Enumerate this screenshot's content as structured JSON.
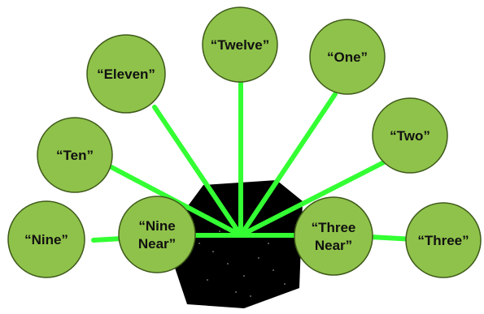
{
  "colors": {
    "node_fill": "#8fc24a",
    "node_stroke": "#3e5a1a",
    "spoke": "#33ff33",
    "hub": "#000000"
  },
  "nodes": [
    {
      "id": "twelve",
      "label": [
        "“Twelve”"
      ]
    },
    {
      "id": "eleven",
      "label": [
        "“Eleven”"
      ]
    },
    {
      "id": "one",
      "label": [
        "“One”"
      ]
    },
    {
      "id": "two",
      "label": [
        "“Two”"
      ]
    },
    {
      "id": "ten",
      "label": [
        "“Ten”"
      ]
    },
    {
      "id": "nine",
      "label": [
        "“Nine”"
      ]
    },
    {
      "id": "nine_near",
      "label": [
        "“Nine",
        "Near”"
      ]
    },
    {
      "id": "three_near",
      "label": [
        "“Three",
        "Near”"
      ]
    },
    {
      "id": "three",
      "label": [
        "“Three”"
      ]
    }
  ]
}
